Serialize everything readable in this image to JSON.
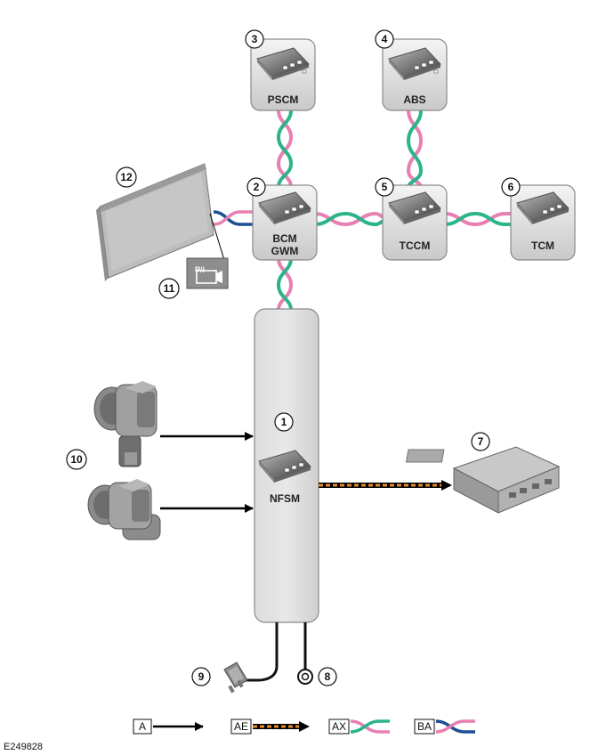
{
  "modules": {
    "pscm": {
      "number": "3",
      "label": "PSCM"
    },
    "abs": {
      "number": "4",
      "label": "ABS"
    },
    "bcm": {
      "number": "2",
      "label1": "BCM",
      "label2": "GWM"
    },
    "tccm": {
      "number": "5",
      "label": "TCCM"
    },
    "tcm": {
      "number": "6",
      "label": "TCM"
    },
    "nfsm": {
      "number": "1",
      "label": "NFSM"
    }
  },
  "components": {
    "display": {
      "number": "12"
    },
    "camera_switch": {
      "number": "11",
      "glyph": "P/i"
    },
    "sensors": {
      "number": "10"
    },
    "rear_unit": {
      "number": "7"
    },
    "ground": {
      "number": "8"
    },
    "fuse": {
      "number": "9"
    }
  },
  "legend": [
    {
      "key": "A",
      "style": "arrow"
    },
    {
      "key": "AE",
      "style": "dashed-arrow"
    },
    {
      "key": "AX",
      "style": "pink-green"
    },
    {
      "key": "BA",
      "style": "pink-blue"
    }
  ],
  "colors": {
    "pink": "#e87fb2",
    "green": "#2bb38a",
    "blue": "#1d4f91",
    "orange": "#e6892e",
    "box_fill": "#d7d7d7"
  },
  "figure_id": "E249828"
}
